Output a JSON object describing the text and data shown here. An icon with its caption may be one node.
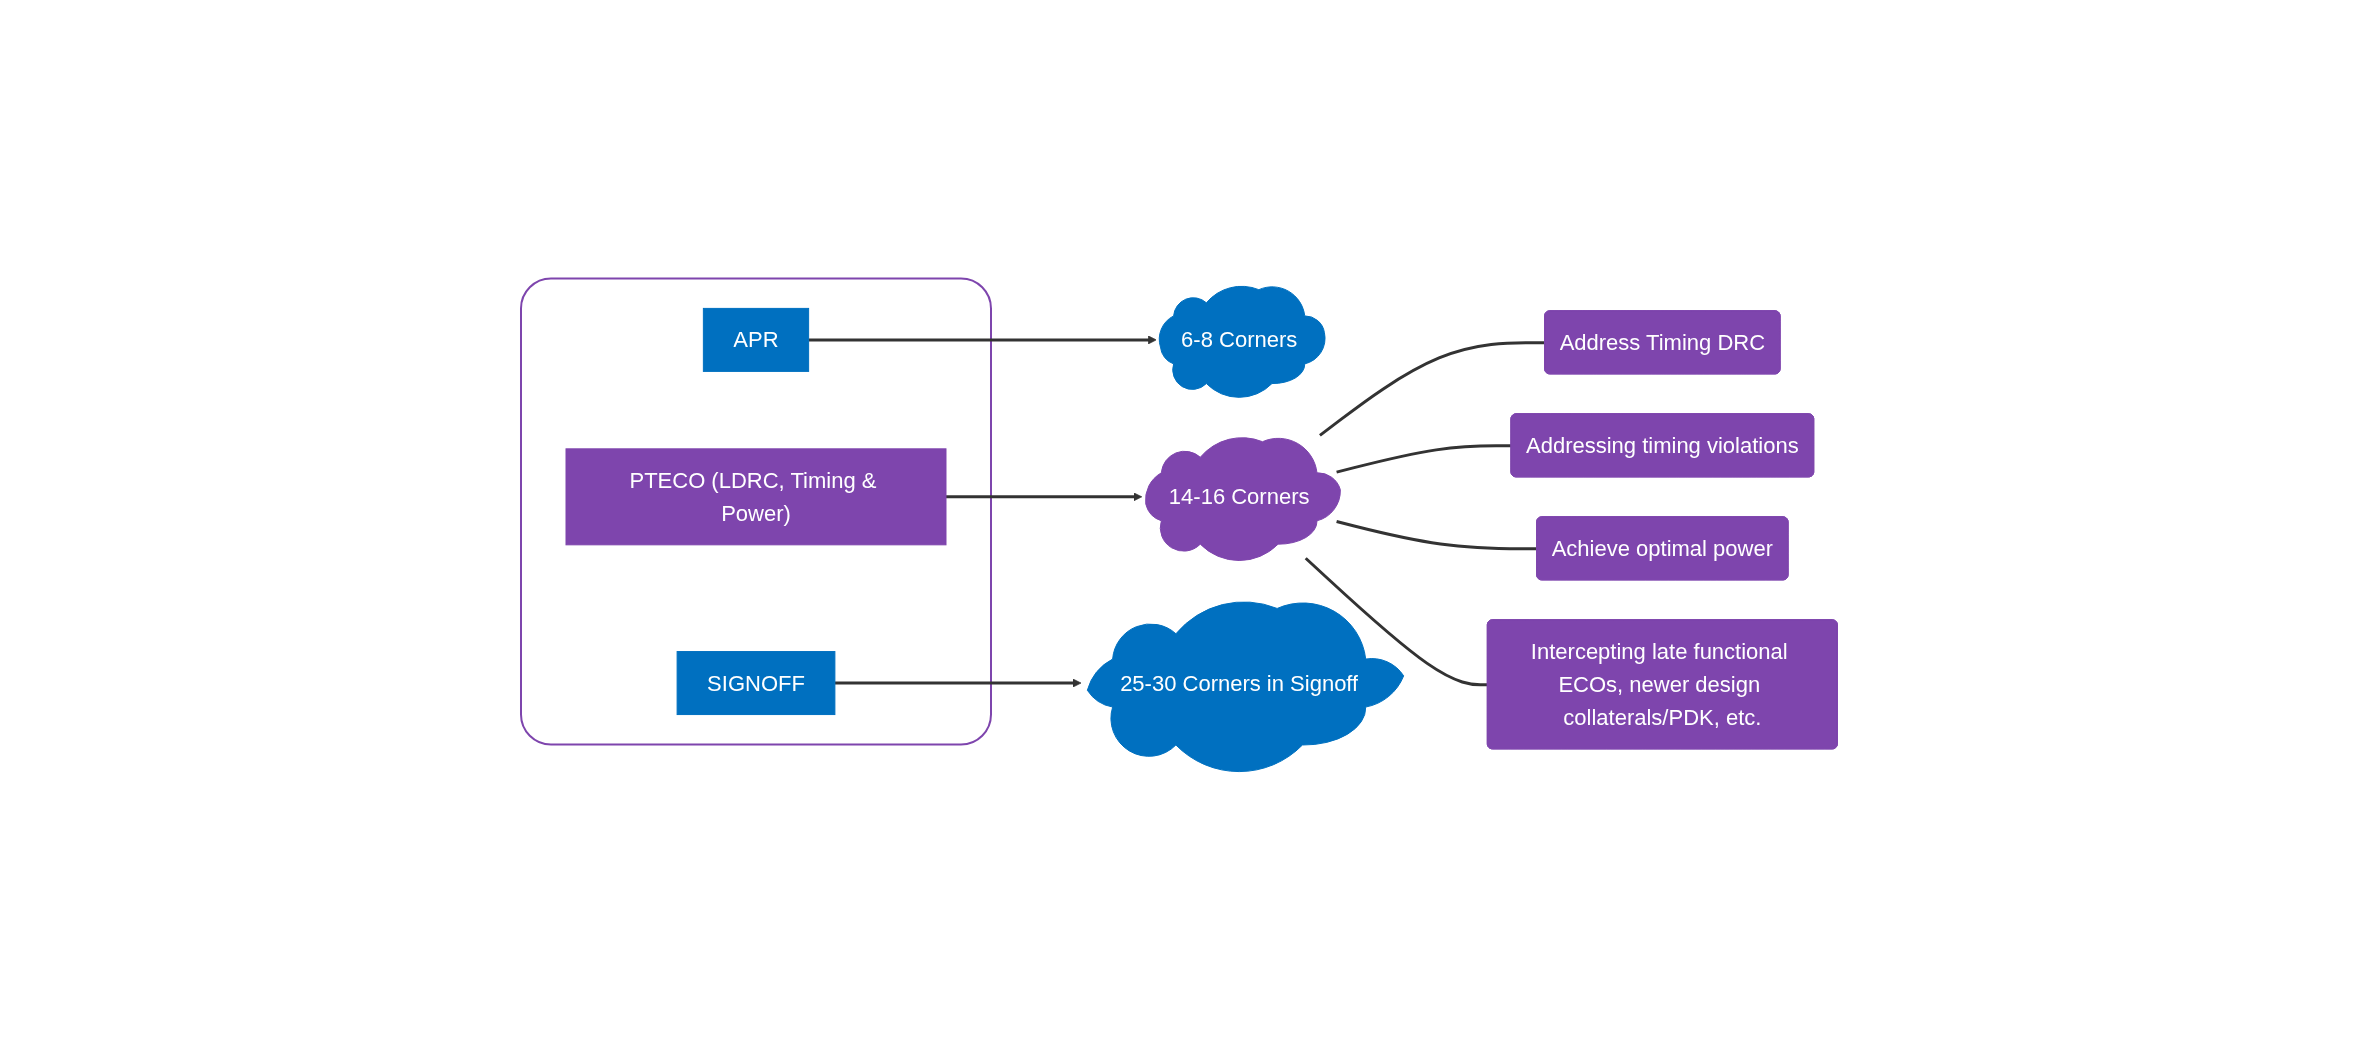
{
  "diagram": {
    "nodes": [
      {
        "text": [],
        "shape": "box"
      },
      {
        "text": [
          "APR"
        ],
        "in": 0
      },
      {
        "text": [
          "PTECO (LDRC, Timing & Power)"
        ],
        "in": 0
      },
      {
        "text": [
          "SIGNOFF"
        ],
        "in": 0
      },
      {
        "text": [
          "6-8 Corners"
        ]
      },
      {
        "text": [
          "14-16 Corners"
        ]
      },
      {
        "text": [
          "25-30 Corners in Signoff"
        ]
      },
      {
        "text": [
          "Address Timing DRC"
        ]
      },
      {
        "text": [
          "Addressing timing violations"
        ]
      },
      {
        "text": [
          "Achieve optimal power"
        ]
      },
      {
        "text": [
          "Intercepting late functional ECOs, newer design collaterals/PDK, etc."
        ]
      }
    ],
    "edges": [
      {
        "from": 1,
        "to": 4,
        "arrow": "to"
      },
      {
        "from": 2,
        "to": 5,
        "arrow": "to"
      },
      {
        "from": 3,
        "to": 6,
        "arrow": "to"
      },
      {
        "from": 5,
        "to": 7,
        "arrow": "none"
      },
      {
        "from": 5,
        "to": 8,
        "arrow": "none"
      },
      {
        "from": 5,
        "to": 9,
        "arrow": "none"
      },
      {
        "from": 5,
        "to": 10,
        "arrow": "none"
      }
    ]
  }
}
